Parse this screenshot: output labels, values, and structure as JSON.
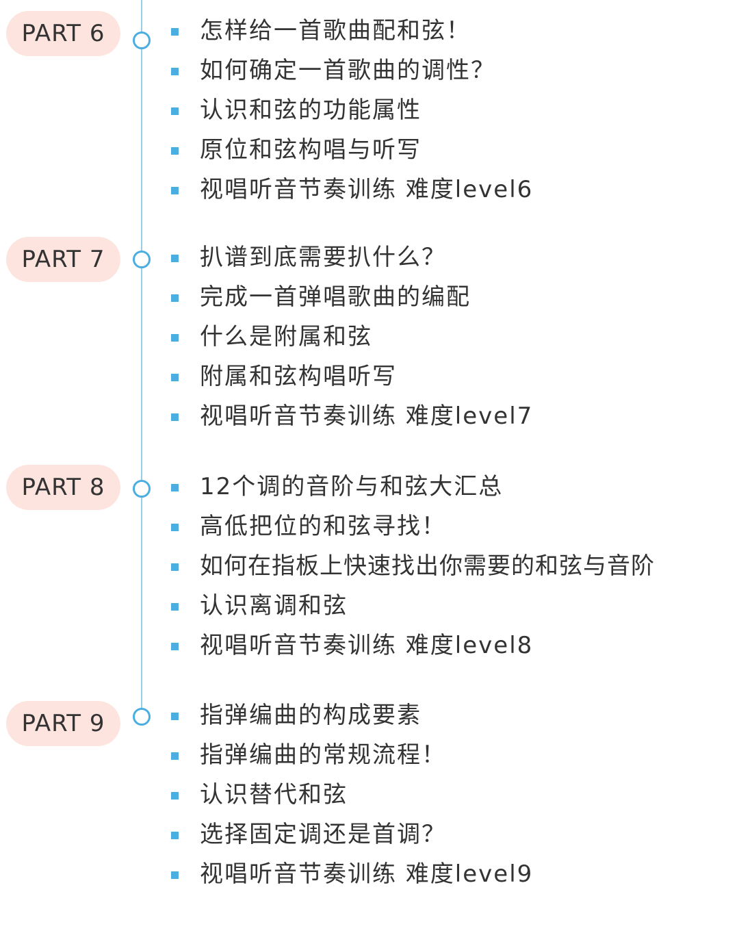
{
  "parts": [
    {
      "label": "PART 6",
      "topics": [
        "怎样给一首歌曲配和弦！",
        "如何确定一首歌曲的调性？",
        "认识和弦的功能属性",
        "原位和弦构唱与听写",
        "视唱听音节奏训练 难度level6"
      ]
    },
    {
      "label": "PART 7",
      "topics": [
        "扒谱到底需要扒什么？",
        "完成一首弹唱歌曲的编配",
        "什么是附属和弦",
        "附属和弦构唱听写",
        "视唱听音节奏训练 难度level7"
      ]
    },
    {
      "label": "PART 8",
      "topics": [
        "12个调的音阶与和弦大汇总",
        "高低把位的和弦寻找！",
        "如何在指板上快速找出你需要的和弦与音阶",
        "认识离调和弦",
        "视唱听音节奏训练 难度level8"
      ]
    },
    {
      "label": "PART 9",
      "topics": [
        "指弹编曲的构成要素",
        "指弹编曲的常规流程！",
        "认识替代和弦",
        "选择固定调还是首调？",
        "视唱听音节奏训练 难度level9"
      ]
    }
  ]
}
